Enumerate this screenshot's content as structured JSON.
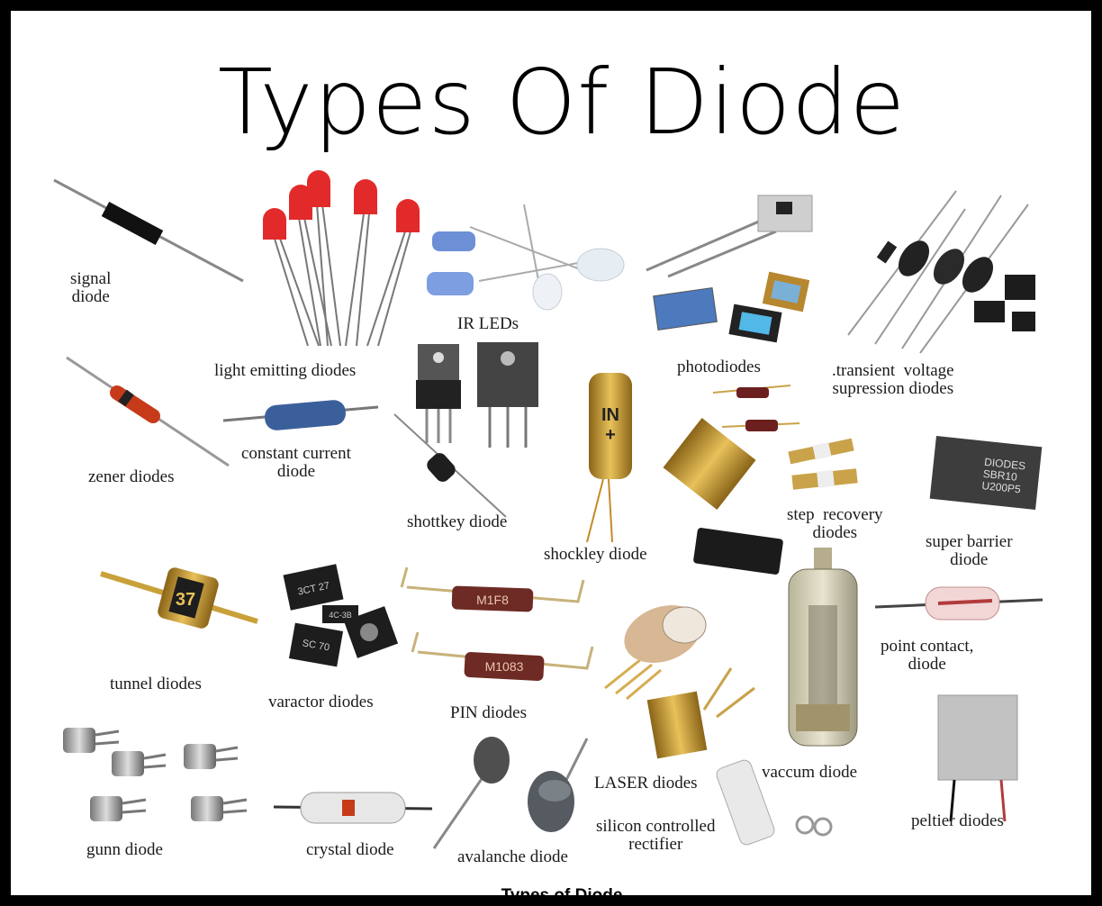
{
  "title": "Types Of Diode",
  "caption": "Types of Diode",
  "labels": {
    "signal": "signal\ndiode",
    "led": "light emitting diodes",
    "ir": "IR LEDs",
    "photo": "photodiodes",
    "tvs": ".transient  voltage\nsupression diodes",
    "zener": "zener diodes",
    "constant": "constant current\ndiode",
    "shottkey": "shottkey  diode",
    "shockley": "shockley  diode",
    "step": "step  recovery\ndiodes",
    "superbarrier": "super barrier\ndiode",
    "tunnel": "tunnel  diodes",
    "varactor": "varactor diodes",
    "pin": "PIN diodes",
    "laser": "LASER diodes",
    "vaccum": "vaccum diode",
    "point": "point contact,\ndiode",
    "gunn": "gunn diode",
    "crystal": "crystal diode",
    "avalanche": "avalanche diode",
    "scr": "silicon controlled\nrectifier",
    "peltier": "peltier diodes"
  },
  "component_marks": {
    "pin_top": "M1F8",
    "pin_bottom": "M1083",
    "tunnel": "37",
    "shockley": "IN\n+",
    "superbarrier": "DIODES\nSBR10\nU200P5",
    "varactor_a": "3CT 27",
    "varactor_b": "4C-3B",
    "varactor_c": "SC 70"
  }
}
